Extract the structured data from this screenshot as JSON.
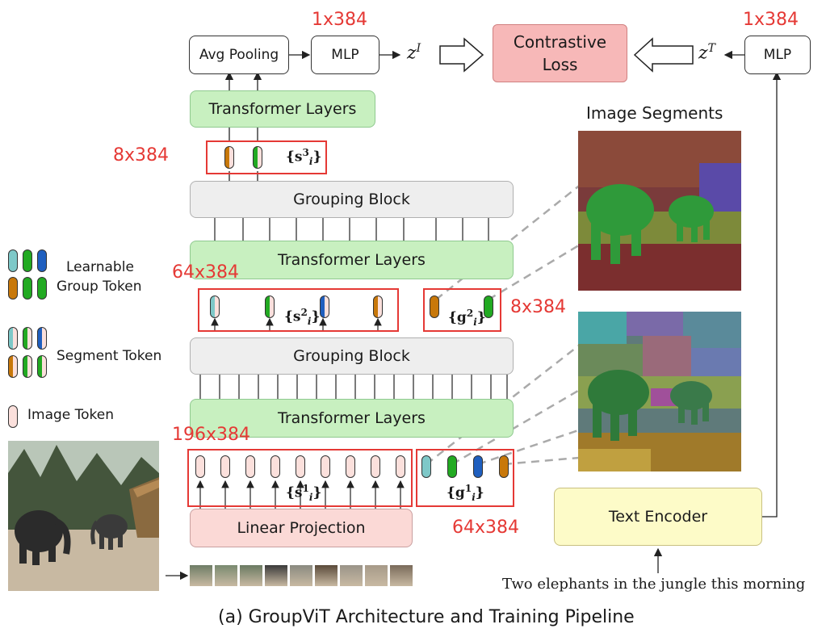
{
  "top": {
    "avg_pooling": "Avg Pooling",
    "mlp_image": "MLP",
    "mlp_text": "MLP",
    "z_image": "z",
    "z_image_sup": "I",
    "z_text": "z",
    "z_text_sup": "T",
    "contrastive_loss_line1": "Contrastive",
    "contrastive_loss_line2": "Loss",
    "dim_image_emb": "1x384",
    "dim_text_emb": "1x384"
  },
  "blocks": {
    "transformer_top": "Transformer Layers",
    "grouping_top": "Grouping Block",
    "transformer_mid": "Transformer Layers",
    "grouping_bottom": "Grouping Block",
    "transformer_bottom": "Transformer Layers",
    "linear_projection": "Linear Projection",
    "text_encoder": "Text Encoder"
  },
  "dims": {
    "s3": "8x384",
    "s2": "64x384",
    "g2": "8x384",
    "s1": "196x384",
    "g1": "64x384"
  },
  "math": {
    "s3": "{s",
    "s3_sup": "3",
    "s2": "{s",
    "s2_sup": "2",
    "g2": "{g",
    "g2_sup": "2",
    "s1": "{s",
    "s1_sup": "1",
    "g1": "{g",
    "g1_sup": "1",
    "sub": "i",
    "close": "}"
  },
  "legend": {
    "learnable_line1": "Learnable",
    "learnable_line2": "Group Token",
    "segment": "Segment Token",
    "image": "Image Token"
  },
  "segments_title": "Image Segments",
  "sentence": "Two elephants in the jungle this morning",
  "caption": "(a) GroupViT Architecture and Training Pipeline",
  "colors": {
    "teal": "#7ec8c8",
    "green": "#22aa22",
    "blue": "#1f5fbf",
    "orange": "#c8780a",
    "image_token": "#fbe0dc",
    "dim_red": "#e53935"
  }
}
